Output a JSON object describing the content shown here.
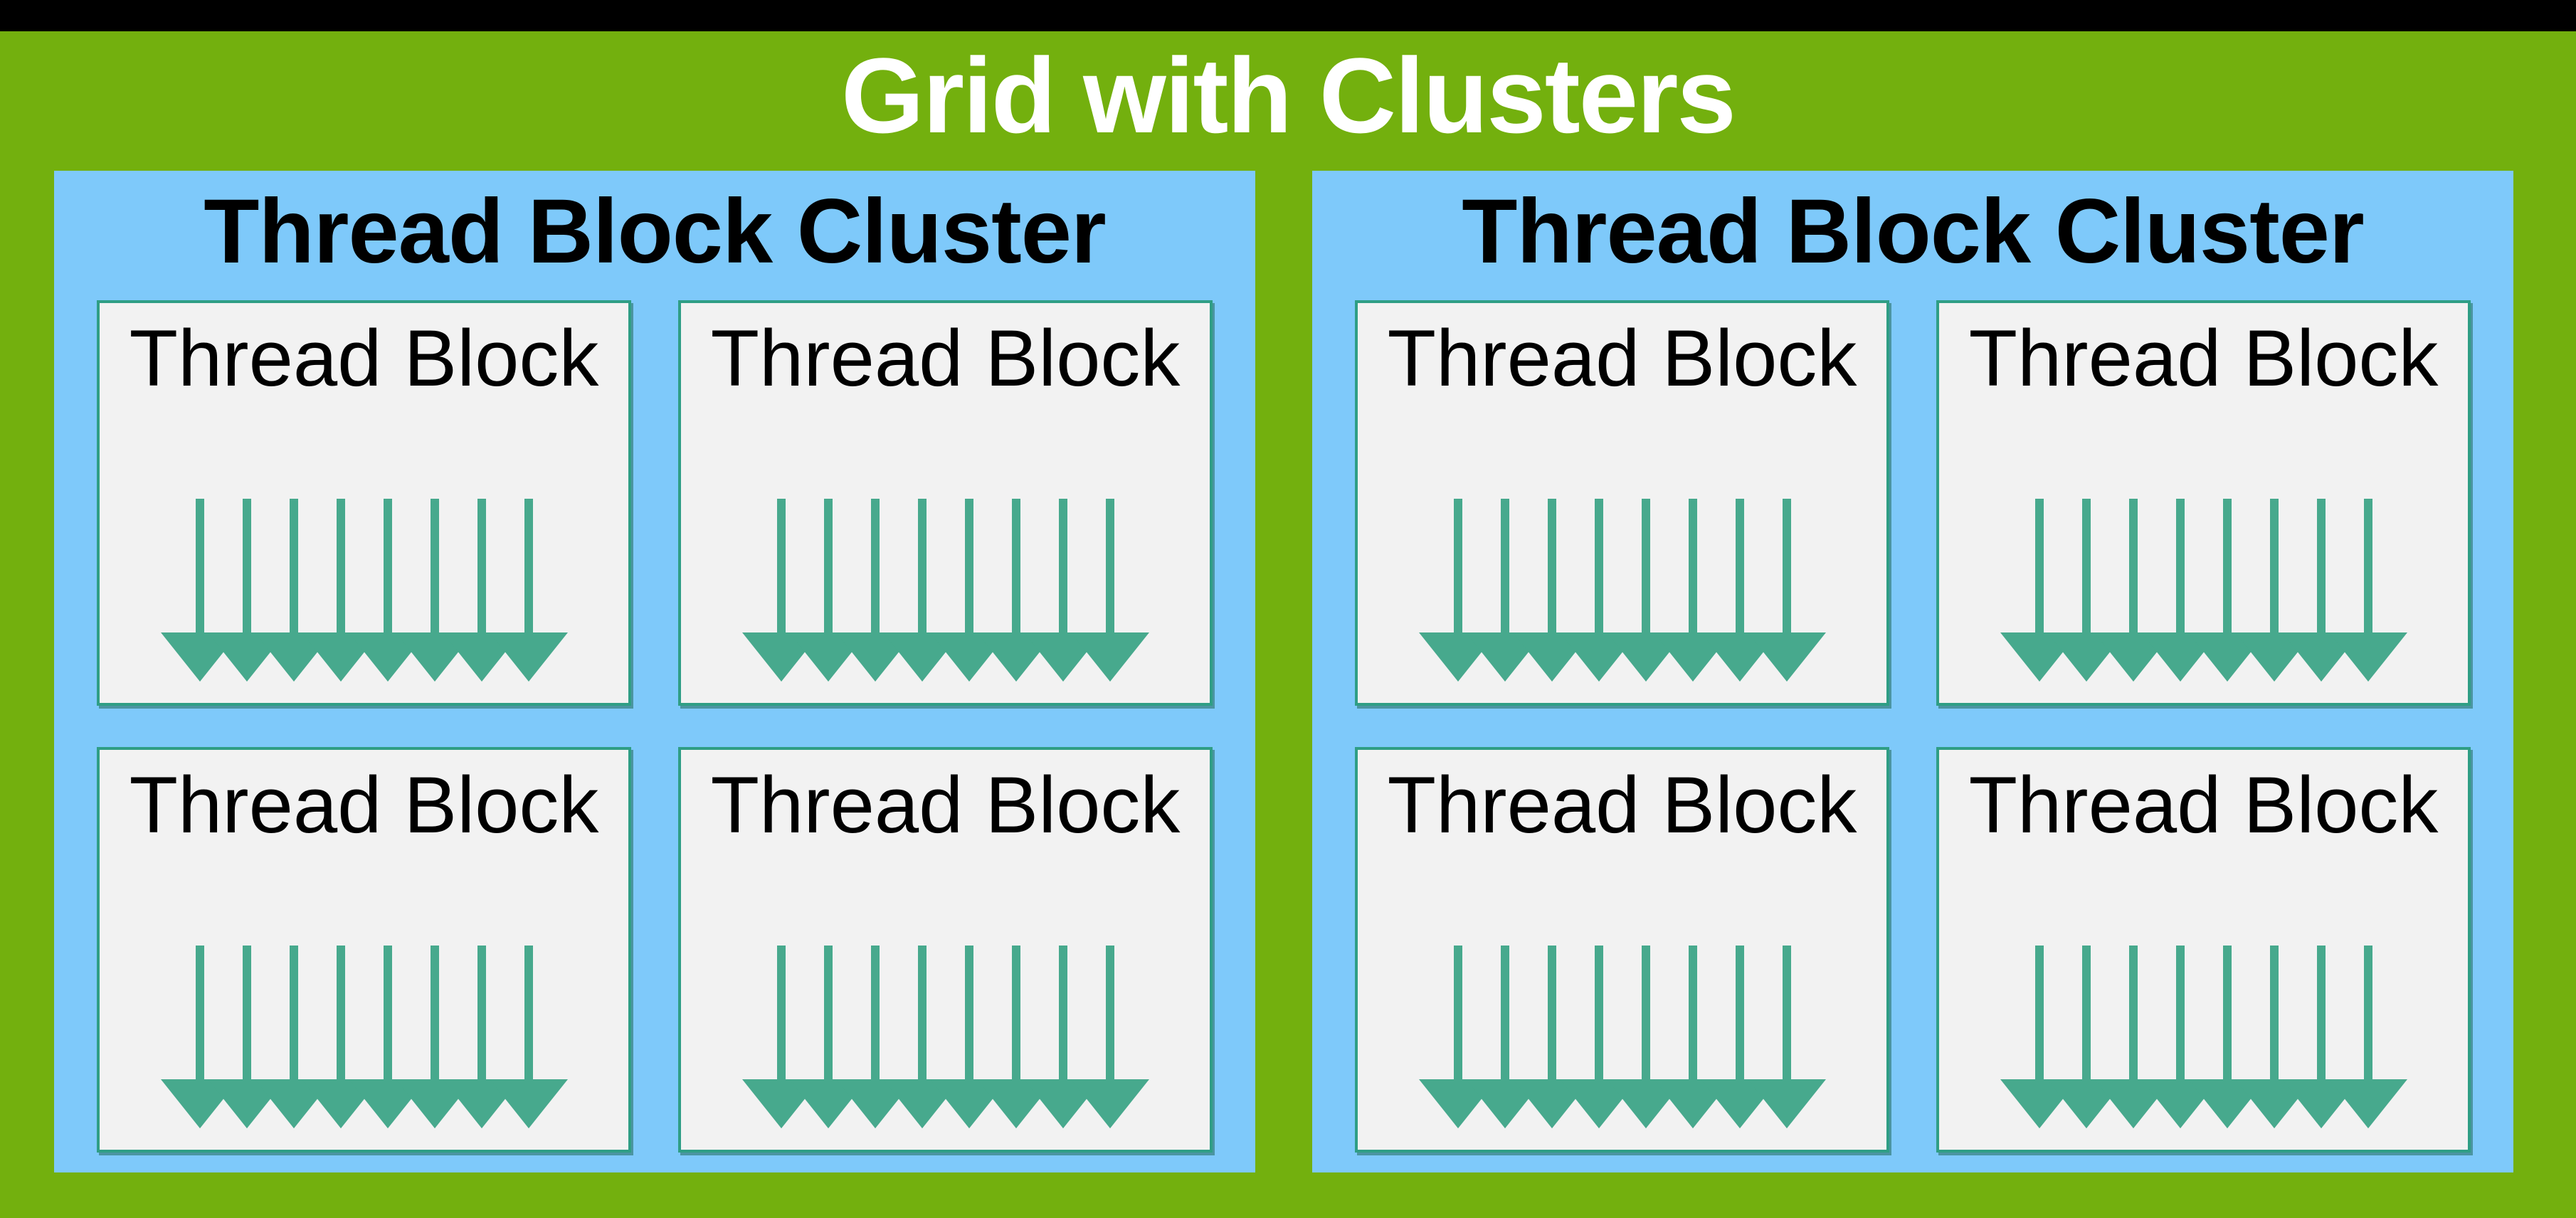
{
  "header": {
    "title": "Grid with Clusters"
  },
  "clusters": [
    {
      "title": "Thread Block Cluster",
      "blocks": [
        {
          "label": "Thread Block"
        },
        {
          "label": "Thread Block"
        },
        {
          "label": "Thread Block"
        },
        {
          "label": "Thread Block"
        }
      ]
    },
    {
      "title": "Thread Block Cluster",
      "blocks": [
        {
          "label": "Thread Block"
        },
        {
          "label": "Thread Block"
        },
        {
          "label": "Thread Block"
        },
        {
          "label": "Thread Block"
        }
      ]
    }
  ],
  "arrows": {
    "per_block": 8,
    "color": "#47a98d"
  },
  "colors": {
    "background": "#73b00e",
    "top_bar": "#000000",
    "cluster_fill": "#7ec9fa",
    "block_fill": "#f2f2f2",
    "block_border": "#2f9e85",
    "block_shadow": "rgba(32,106,88,0.55)",
    "title_text": "#ffffff",
    "cluster_title_text": "#000000",
    "block_label_text": "#000000"
  }
}
